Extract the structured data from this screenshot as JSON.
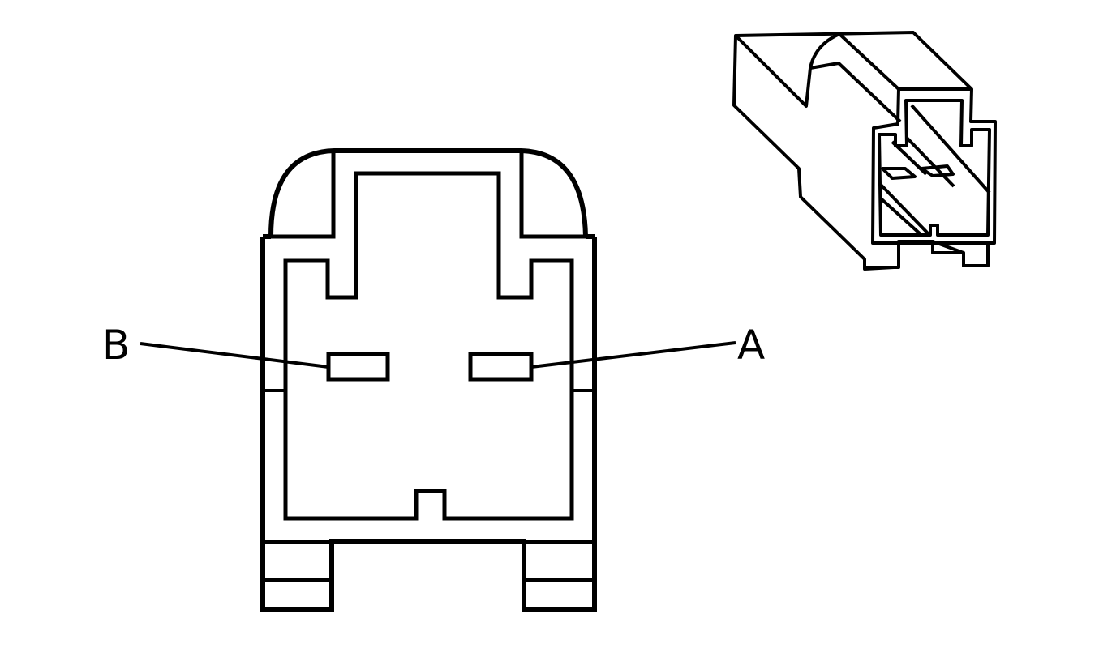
{
  "diagram": {
    "type": "connector-end-view",
    "stroke_color": "#000000",
    "background": "#ffffff",
    "terminals": [
      {
        "id": "B",
        "label": "B",
        "side": "left"
      },
      {
        "id": "A",
        "label": "A",
        "side": "right"
      }
    ],
    "views": [
      {
        "name": "face-view",
        "description": "2-way connector terminal face"
      },
      {
        "name": "isometric-view",
        "description": "Connector body 3D view"
      }
    ]
  }
}
